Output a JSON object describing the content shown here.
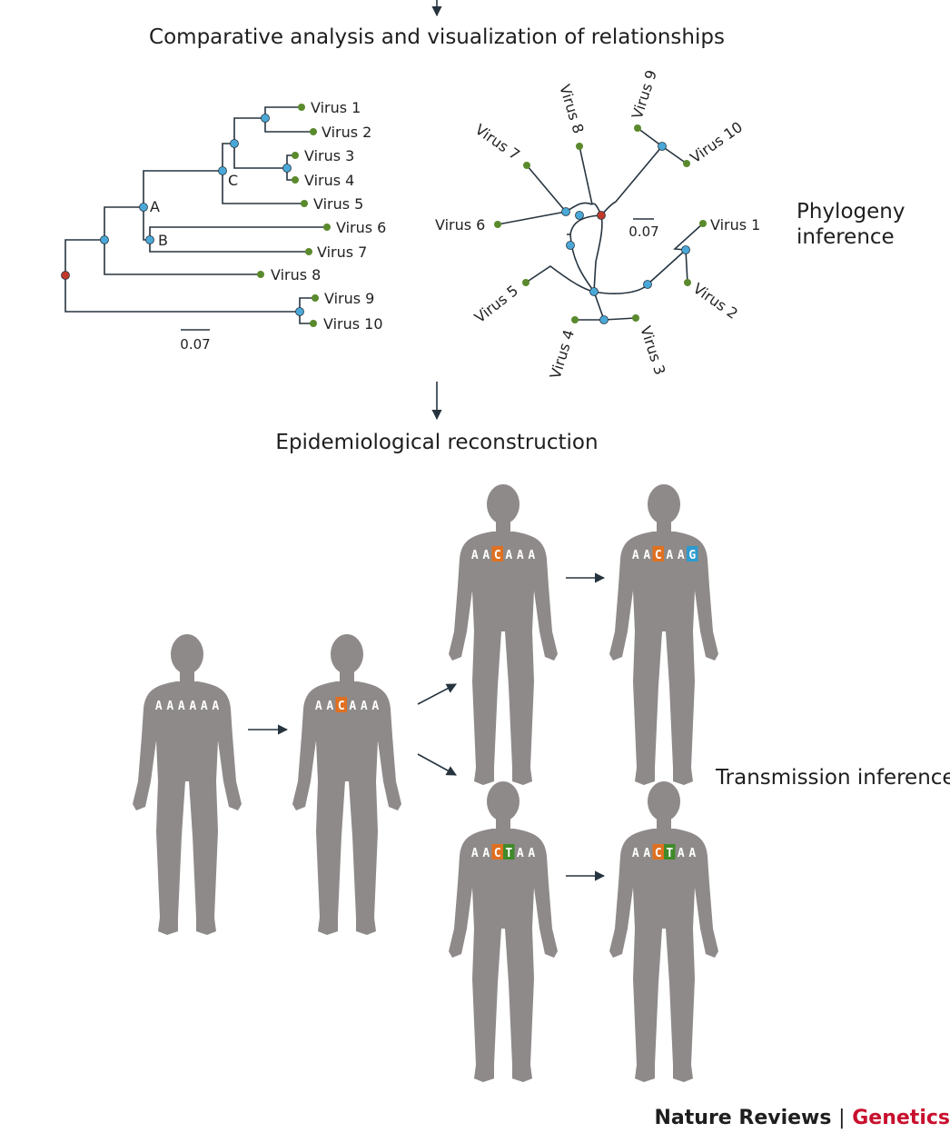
{
  "titles": {
    "comparative": "Comparative analysis and visualization of relationships",
    "epidemiological": "Epidemiological reconstruction"
  },
  "side_labels": {
    "phylogeny_line1": "Phylogeny",
    "phylogeny_line2": "inference",
    "transmission": "Transmission inference"
  },
  "rect_tree": {
    "leaves": [
      "Virus 1",
      "Virus 2",
      "Virus 3",
      "Virus 4",
      "Virus 5",
      "Virus 6",
      "Virus 7",
      "Virus 8",
      "Virus 9",
      "Virus 10"
    ],
    "node_labels": [
      "A",
      "B",
      "C"
    ],
    "scale": "0.07"
  },
  "radial_tree": {
    "leaves": [
      "Virus 1",
      "Virus 2",
      "Virus 3",
      "Virus 4",
      "Virus 5",
      "Virus 6",
      "Virus 7",
      "Virus 8",
      "Virus 9",
      "Virus 10"
    ],
    "scale": "0.07"
  },
  "colors": {
    "branch": "#26343f",
    "leaf_node": "#5a8a2c",
    "internal_node": "#4aa8d8",
    "root_node": "#c0392b",
    "person": "#8e8a89",
    "mut_c": "#e07020",
    "mut_t": "#3f8a2a",
    "mut_g": "#2e9bd0",
    "brand_red": "#c8102e"
  },
  "people": [
    {
      "sequence": [
        "A",
        "A",
        "A",
        "A",
        "A",
        "A"
      ],
      "mutations": [
        false,
        false,
        false,
        false,
        false,
        false
      ]
    },
    {
      "sequence": [
        "A",
        "A",
        "C",
        "A",
        "A",
        "A"
      ],
      "mutations": [
        false,
        false,
        "c",
        false,
        false,
        false
      ]
    },
    {
      "sequence": [
        "A",
        "A",
        "C",
        "A",
        "A",
        "A"
      ],
      "mutations": [
        false,
        false,
        "c",
        false,
        false,
        false
      ]
    },
    {
      "sequence": [
        "A",
        "A",
        "C",
        "A",
        "A",
        "G"
      ],
      "mutations": [
        false,
        false,
        "c",
        false,
        false,
        "g"
      ]
    },
    {
      "sequence": [
        "A",
        "A",
        "C",
        "T",
        "A",
        "A"
      ],
      "mutations": [
        false,
        false,
        "c",
        "t",
        false,
        false
      ]
    },
    {
      "sequence": [
        "A",
        "A",
        "C",
        "T",
        "A",
        "A"
      ],
      "mutations": [
        false,
        false,
        "c",
        "t",
        false,
        false
      ]
    }
  ],
  "footer": {
    "journal": "Nature Reviews",
    "separator": "|",
    "section": "Genetics"
  }
}
